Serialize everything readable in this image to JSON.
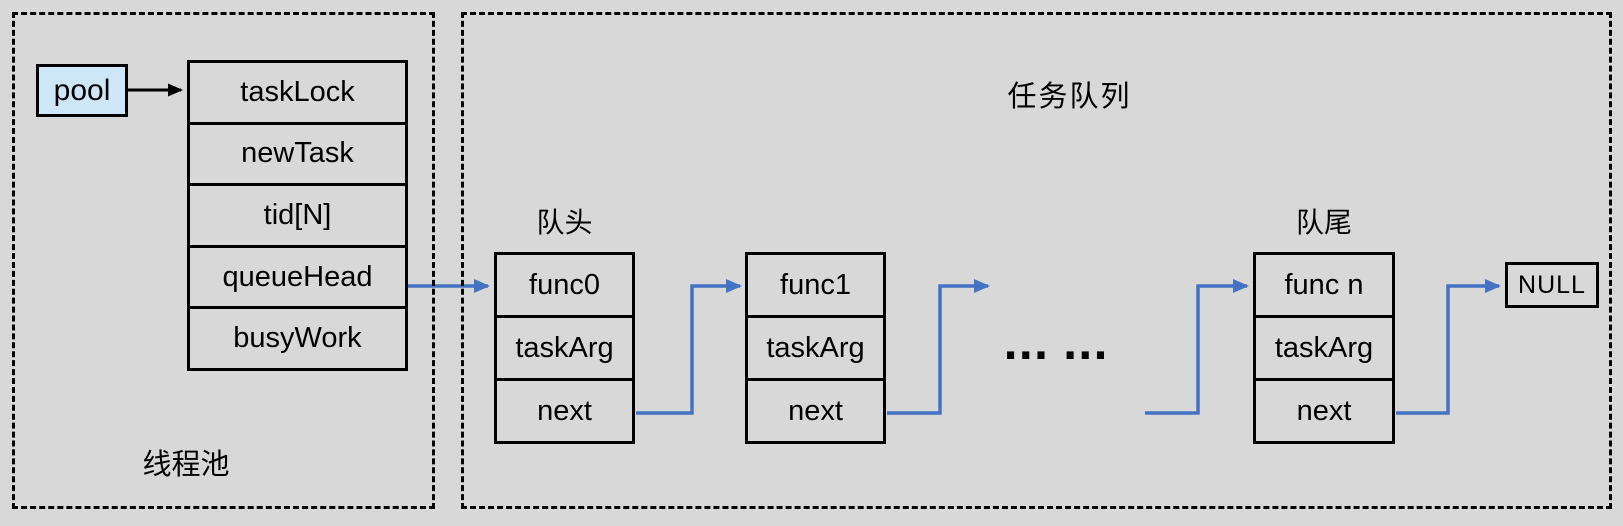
{
  "colors": {
    "background": "#d8d8d8",
    "pool_fill": "#cde6f8",
    "arrow_blue": "#4472c4",
    "line_black": "#000000"
  },
  "thread_pool": {
    "label": "线程池",
    "pointer_label": "pool",
    "struct_fields": [
      "taskLock",
      "newTask",
      "tid[N]",
      "queueHead",
      "busyWork"
    ]
  },
  "task_queue": {
    "title": "任务队列",
    "head_label": "队头",
    "tail_label": "队尾",
    "nodes": [
      {
        "fields": [
          "func0",
          "taskArg",
          "next"
        ]
      },
      {
        "fields": [
          "func1",
          "taskArg",
          "next"
        ]
      },
      {
        "fields": [
          "func n",
          "taskArg",
          "next"
        ]
      }
    ],
    "ellipsis": "... ...",
    "null_label": "NULL"
  }
}
